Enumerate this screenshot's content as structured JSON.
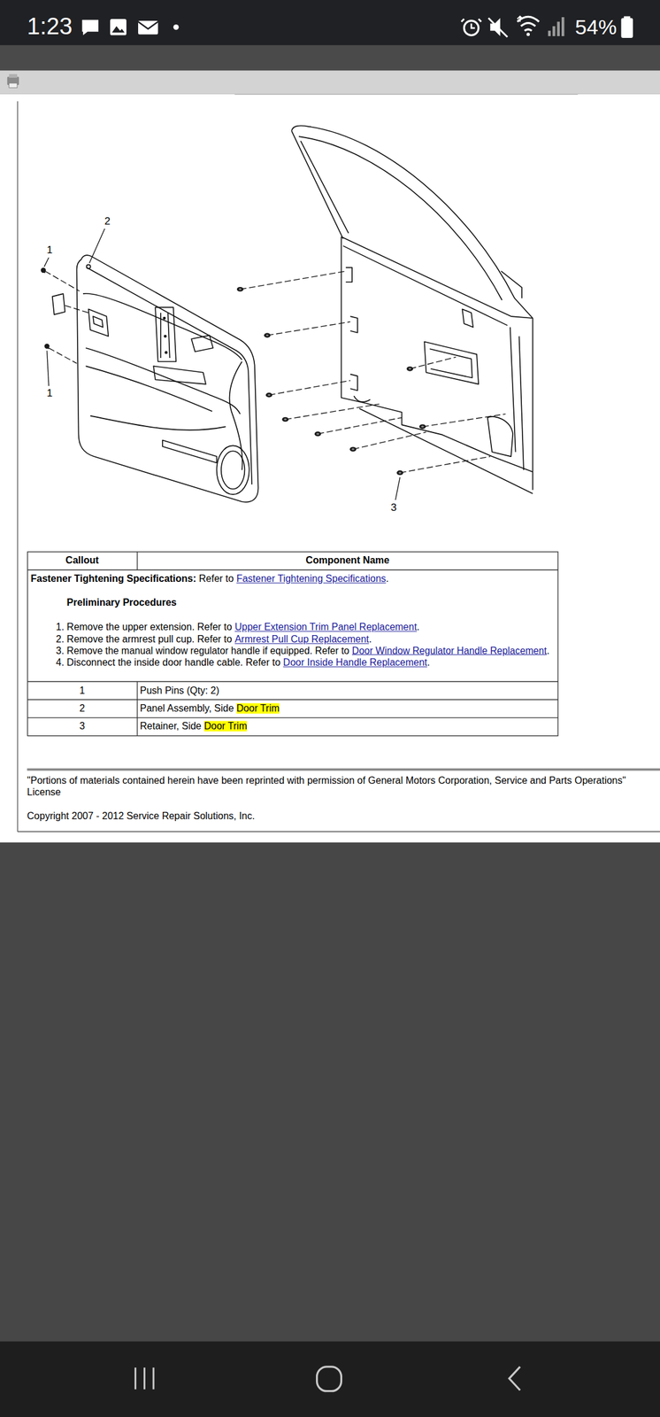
{
  "diagram": {
    "labels": [
      "1:23",
      "54%",
      "2",
      "1",
      "1",
      "3",
      "Callout",
      "Component Name",
      "Fastener Tightening Specifications:",
      "Refer to",
      "Fastener Tightening Specifications",
      ".",
      "Preliminary Procedures",
      "1.",
      "Remove the upper extension. Refer to",
      "Upper Extension Trim Panel Replacement",
      ".",
      "2.",
      "Remove the armrest pull cup. Refer to",
      "Armrest Pull Cup Replacement",
      ".",
      "3.",
      "Remove the manual window regulator handle if equipped. Refer to",
      "Door Window Regulator Handle Replacement",
      ".",
      "4.",
      "Disconnect the inside door handle cable. Refer to",
      "Door Inside Handle Replacement",
      ".",
      "1",
      "Push Pins (Qty: 2)",
      "2",
      "Panel Assembly, Side",
      "Door Trim",
      "3",
      "Retainer, Side",
      "Door Trim",
      "\"Portions of materials contained herein have been reprinted with permission of General Motors Corporation, Service and Parts Operations\" License",
      "Copyright 2007 - 2012 Service Repair Solutions, Inc."
    ]
  }
}
